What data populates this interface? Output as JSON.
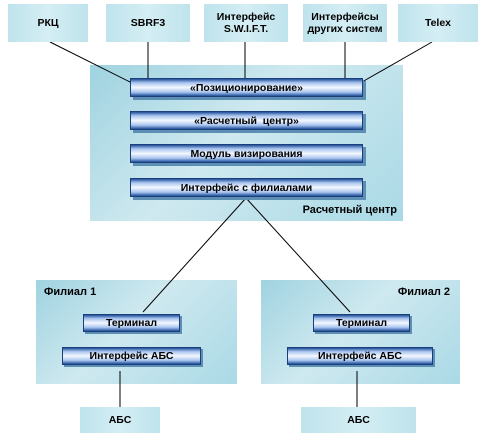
{
  "top_systems": [
    {
      "label": "РКЦ"
    },
    {
      "label": "SBRF3"
    },
    {
      "label": "Интерфейс\nS.W.I.F.T."
    },
    {
      "label": "Интерфейсы\nдругих систем"
    },
    {
      "label": "Telex"
    }
  ],
  "center": {
    "label": "Расчетный центр",
    "modules": [
      {
        "label": "«Позиционирование»"
      },
      {
        "label": "«Расчетный  центр»"
      },
      {
        "label": "Модуль визирования"
      },
      {
        "label": "Интерфейс с филиалами"
      }
    ]
  },
  "branches": [
    {
      "label": "Филиал 1",
      "terminal": "Терминал",
      "abs_interface": "Интерфейс АБС",
      "abs": "АБС"
    },
    {
      "label": "Филиал 2",
      "terminal": "Терминал",
      "abs_interface": "Интерфейс АБС",
      "abs": "АБС"
    }
  ],
  "colors": {
    "panel": "#b8e0ea",
    "box": "#c8e8f0",
    "bar_dark": "#1f4f9a",
    "bar_light": "#f4f8ff"
  }
}
